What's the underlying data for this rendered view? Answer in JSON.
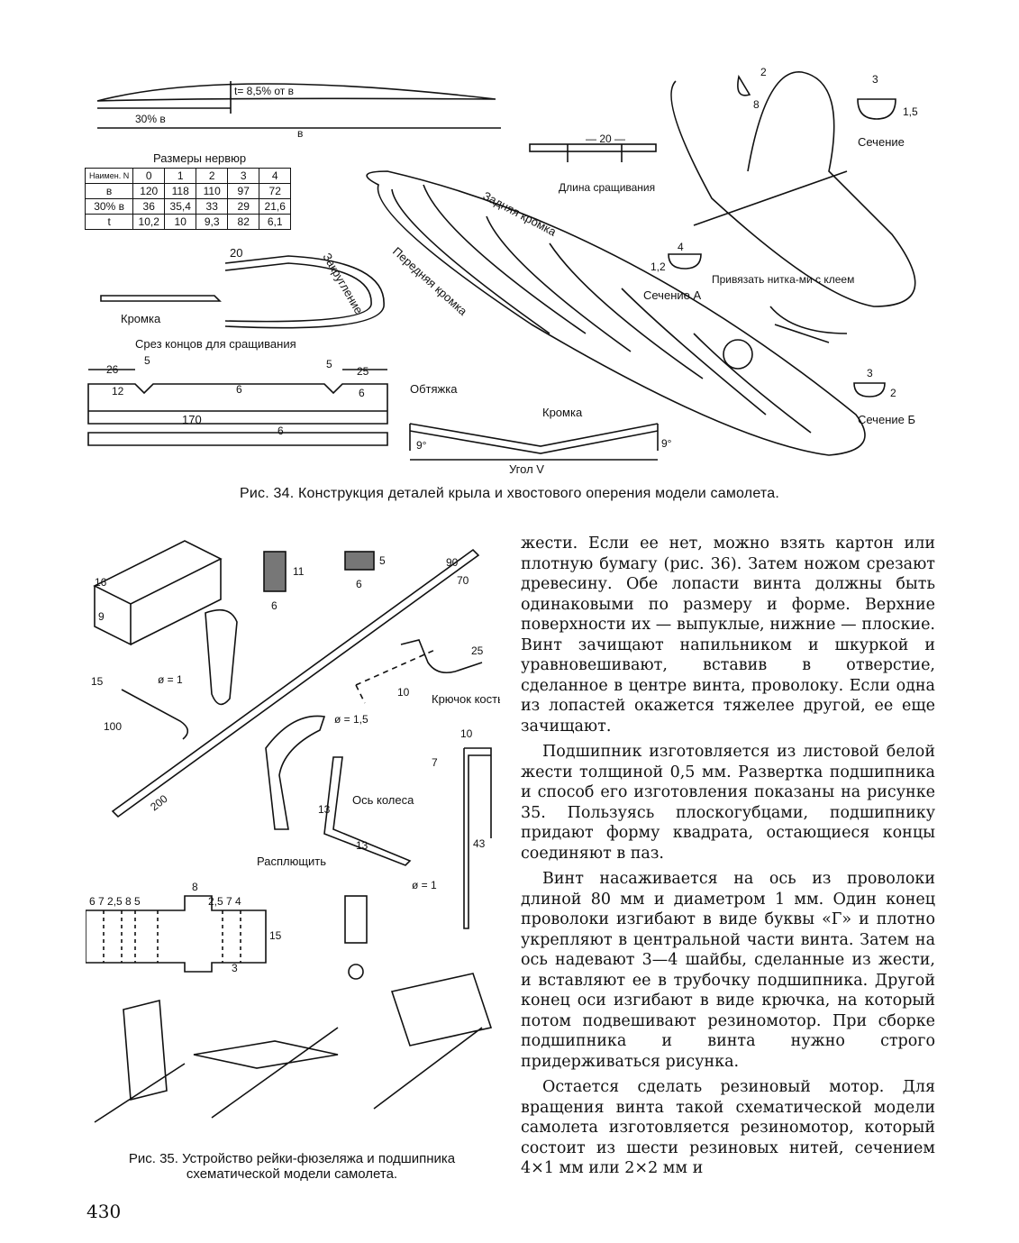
{
  "figure34": {
    "labels": {
      "thickness": "t= 8,5% от в",
      "pct30": "30% в",
      "chord": "в",
      "rib_sizes": "Размеры нервюр",
      "splice_length": "Длина сращивания",
      "dim20": "— 20 —",
      "trailing_edge": "Задняя кромка",
      "leading_edge": "Передняя кромка",
      "rounding": "Закругление",
      "edge": "Кромка",
      "edge2": "Кромка",
      "cut_ends": "Срез концов для сращивания",
      "section": "Сечение",
      "section_a": "Сечение А",
      "section_b": "Сечение Б",
      "tie": "Привязать нитка-ми с клеем",
      "covering": "Обтяжка",
      "angle_v": "Угол V",
      "deg9_left": "9°",
      "deg9_right": "9°",
      "d26": "26",
      "d5a": "5",
      "d5b": "5",
      "d25": "25",
      "d12": "12",
      "d6a": "6",
      "d6b": "6",
      "d6c": "6",
      "d170": "170",
      "d20": "20",
      "d2": "2",
      "d8": "8",
      "d3a": "3",
      "d1_5": "1,5",
      "d4": "4",
      "d1_2": "1,2",
      "d3b": "3",
      "d2b": "2"
    },
    "table": {
      "corner_top": "N",
      "corner_bottom": "Наимен.",
      "columns": [
        "0",
        "1",
        "2",
        "3",
        "4"
      ],
      "rows": [
        {
          "name": "в",
          "values": [
            "120",
            "118",
            "110",
            "97",
            "72"
          ]
        },
        {
          "name": "30% в",
          "values": [
            "36",
            "35,4",
            "33",
            "29",
            "21,6"
          ]
        },
        {
          "name": "t",
          "values": [
            "10,2",
            "10",
            "9,3",
            "82",
            "6,1"
          ]
        }
      ]
    },
    "caption": "Рис. 34. Конструкция деталей крыла и хвостового оперения модели самолета."
  },
  "figure35": {
    "labels": {
      "d16": "16",
      "d9": "9",
      "d11": "11",
      "d6a": "6",
      "d5": "5",
      "d6b": "6",
      "d90": "90",
      "d70": "70",
      "d25": "25",
      "d10a": "10",
      "hook": "Крючок костыль",
      "d15": "15",
      "dia1": "ø = 1",
      "d100": "100",
      "dia1_5": "ø = 1,5",
      "d10b": "10",
      "d7": "7",
      "d200": "200",
      "wheel_axle": "Ось колеса",
      "d13a": "13",
      "d13b": "13",
      "flatten": "Расплющить",
      "d43": "43",
      "dia1b": "ø = 1",
      "d8": "8",
      "dims_row": "6 7 2,5 8 5",
      "dims_row2": "2,5 7 4",
      "d15b": "15",
      "d3": "3"
    },
    "caption": "Рис. 35. Устройство рейки-фюзеляжа и подшипника схематической модели самолета."
  },
  "body_text": {
    "p1": "жести. Если ее нет, можно взять картон или плотную бумагу (рис. 36). Затем ножом срезают древесину. Обе лопасти винта должны быть одинаковыми по размеру и форме. Верхние поверхности их — выпуклые, нижние — плоские. Винт зачищают напильником и шкуркой и уравновешивают, вставив в отверстие, сделанное в центре винта, проволоку. Если одна из лопастей окажется тяжелее другой, ее еще зачищают.",
    "p2": "Подшипник изготовляется из листовой белой жести толщиной 0,5 мм. Развертка подшипника и способ его изготовления показаны на рисунке 35. Пользуясь плоскогубцами, подшипнику придают форму квадрата, остающиеся концы соединяют в паз.",
    "p3": "Винт насаживается на ось из проволоки длиной 80 мм и диаметром 1 мм. Один конец проволоки изгибают в виде буквы «Г» и плотно укрепляют в центральной части винта. Затем на ось надевают 3—4 шайбы, сделанные из жести, и вставляют ее в трубочку подшипника. Другой конец оси изгибают в виде крючка, на который потом подвешивают резиномотор. При сборке подшипника и винта нужно строго придерживаться рисунка.",
    "p4": "Остается сделать резиновый мотор. Для вращения винта такой схематической модели самолета изготовляется резиномотор, который состоит из шести резиновых нитей, сечением 4×1 мм или 2×2 мм и"
  },
  "page_number": "430"
}
